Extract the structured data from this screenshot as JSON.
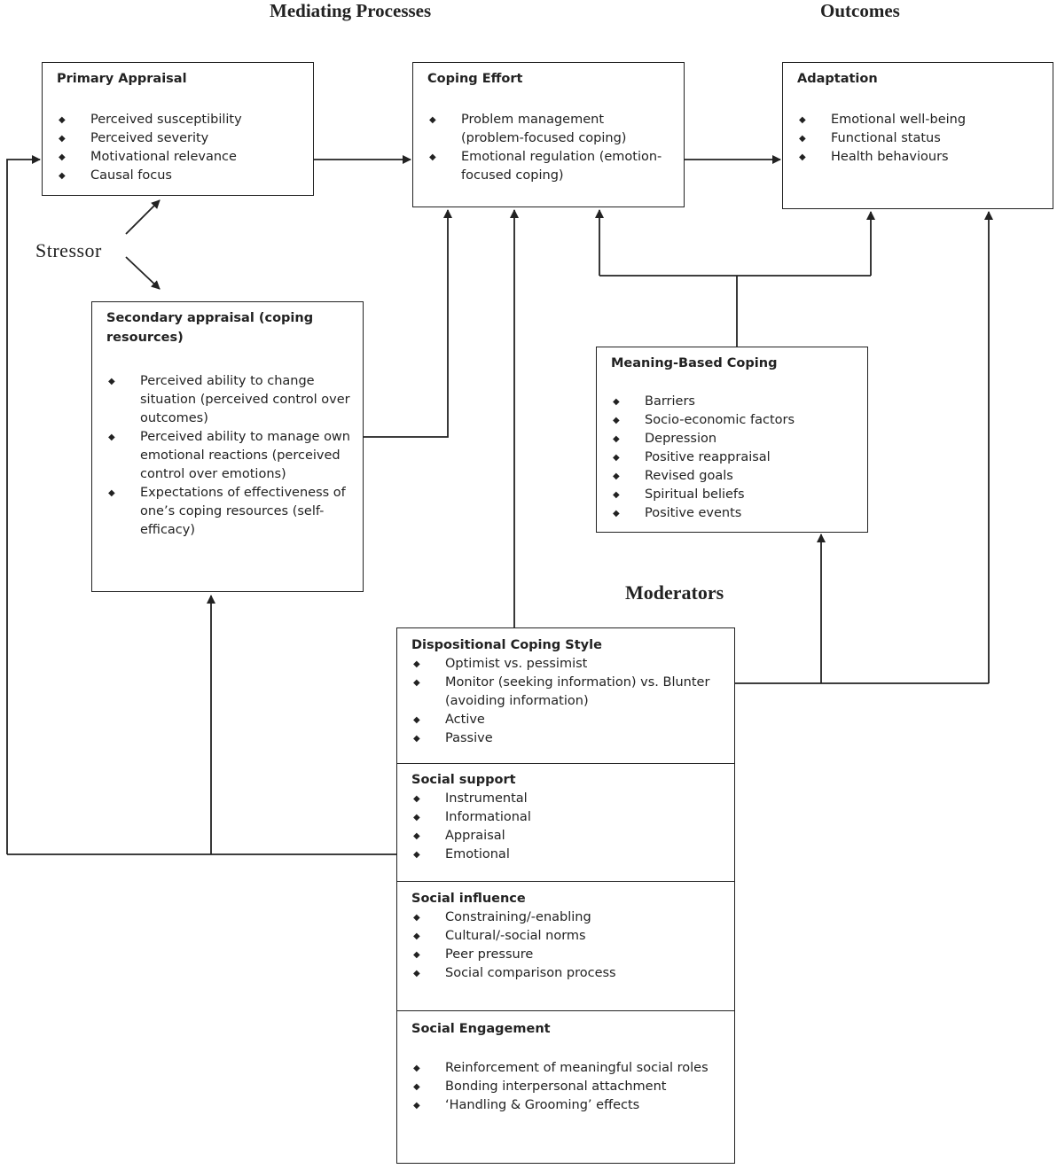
{
  "headers": {
    "mediating": "Mediating Processes",
    "outcomes": "Outcomes",
    "stressor": "Stressor",
    "moderators": "Moderators"
  },
  "primary": {
    "title": "Primary Appraisal",
    "items": [
      "Perceived susceptibility",
      "Perceived severity",
      "Motivational relevance",
      "Causal focus"
    ]
  },
  "coping": {
    "title": "Coping Effort",
    "items": [
      "Problem management (problem-focused coping)",
      "Emotional regulation (emotion-focused coping)"
    ]
  },
  "adaptation": {
    "title": "Adaptation",
    "items": [
      "Emotional well-being",
      "Functional status",
      "Health behaviours"
    ]
  },
  "secondary": {
    "title": "Secondary appraisal (coping resources)",
    "items": [
      "Perceived ability to change situation (perceived control over outcomes)",
      "Perceived ability to manage own emotional reactions (perceived control over emotions)",
      "Expectations of effectiveness of one’s coping resources (self-efficacy)"
    ]
  },
  "meaning": {
    "title": "Meaning-Based Coping",
    "items": [
      "Barriers",
      "Socio-economic factors",
      "Depression",
      "Positive reappraisal",
      "Revised goals",
      "Spiritual beliefs",
      "Positive events"
    ]
  },
  "dispositional": {
    "title": "Dispositional Coping Style",
    "items": [
      "Optimist vs. pessimist",
      "Monitor (seeking information) vs. Blunter (avoiding information)",
      "Active",
      "Passive"
    ]
  },
  "social_support": {
    "title": "Social support",
    "items": [
      "Instrumental",
      "Informational",
      "Appraisal",
      "Emotional"
    ]
  },
  "social_influence": {
    "title": "Social influence",
    "items": [
      "Constraining/-enabling",
      "Cultural/-social norms",
      "Peer pressure",
      "Social comparison process"
    ]
  },
  "social_engagement": {
    "title": "Social Engagement",
    "items": [
      "Reinforcement of meaningful social roles",
      "Bonding interpersonal attachment",
      "‘Handling & Grooming’ effects"
    ]
  }
}
